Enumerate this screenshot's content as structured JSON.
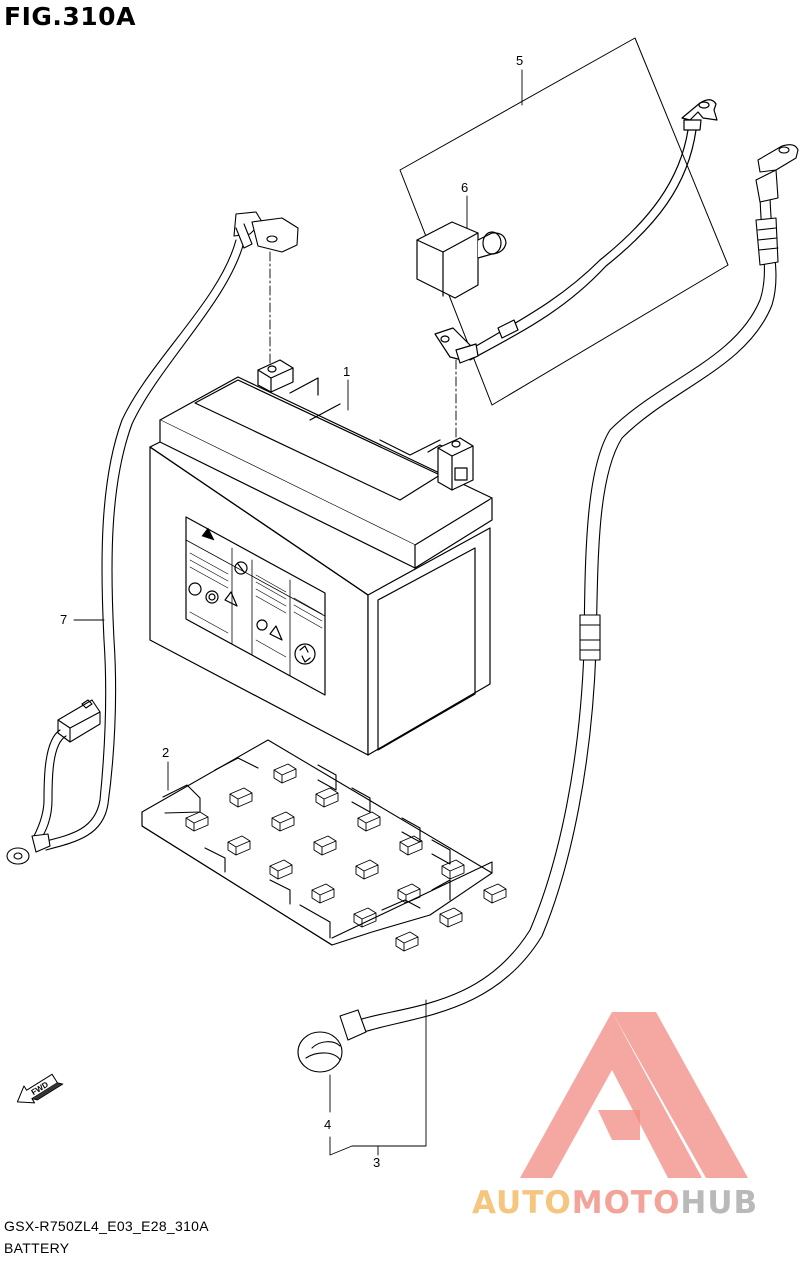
{
  "figure": {
    "title": "FIG.310A",
    "model_code": "GSX-R750ZL4_E03_E28_310A",
    "section_name": "BATTERY"
  },
  "callouts": [
    {
      "id": "1",
      "label": "1"
    },
    {
      "id": "2",
      "label": "2"
    },
    {
      "id": "3",
      "label": "3"
    },
    {
      "id": "4",
      "label": "4"
    },
    {
      "id": "5",
      "label": "5"
    },
    {
      "id": "6",
      "label": "6"
    },
    {
      "id": "7",
      "label": "7"
    }
  ],
  "direction_marker": {
    "label": "FWD",
    "icon": "forward-arrow-icon"
  },
  "watermark": {
    "part1": "AUTO",
    "part2": "MOTO",
    "part3": "HUB",
    "color_part1": "#f6c57f",
    "color_part2": "#f3a39a",
    "color_part3": "#b9b9b9",
    "logo_color": "#f28b82"
  },
  "colors": {
    "line": "#000000",
    "background": "#ffffff"
  }
}
